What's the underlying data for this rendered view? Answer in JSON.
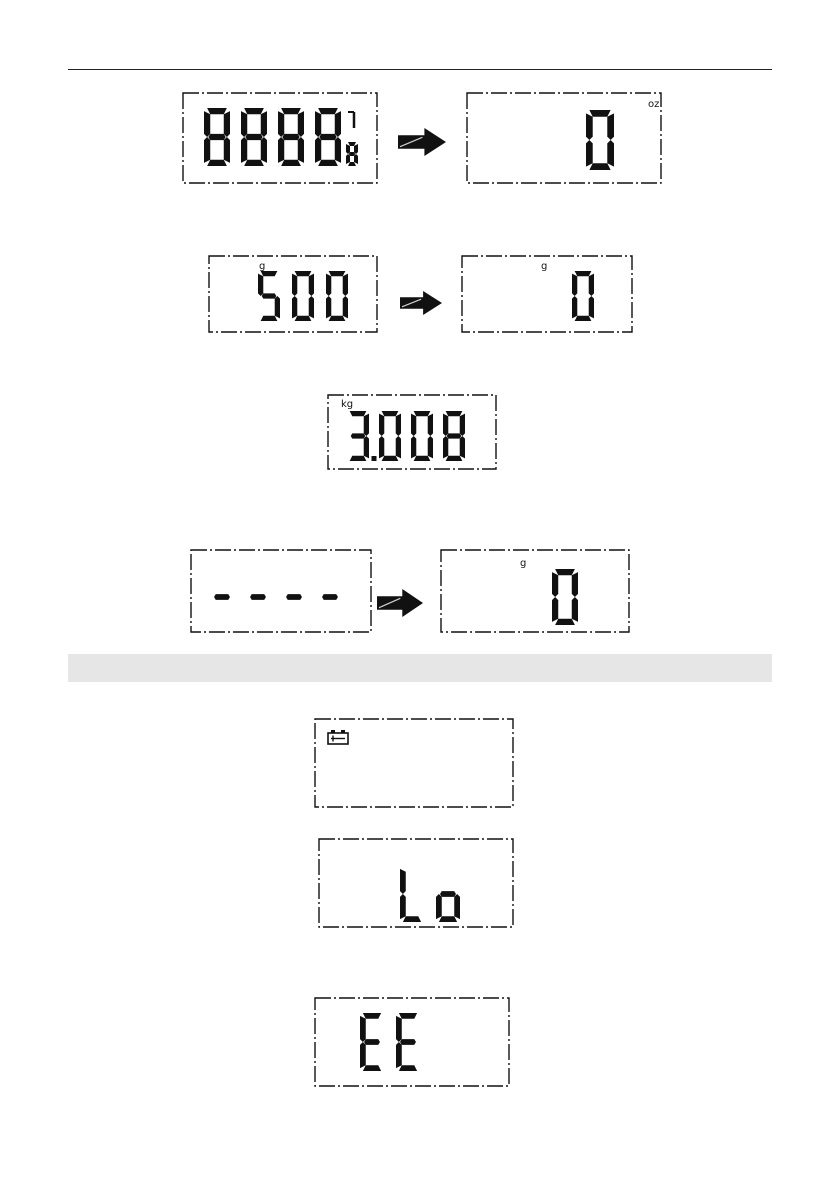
{
  "page": {
    "displays": [
      {
        "id": "d1",
        "text": "8888",
        "unit": "",
        "segment_icon": true
      },
      {
        "id": "d2",
        "text": "0",
        "unit": "oz"
      },
      {
        "id": "d3",
        "text": "500",
        "unit": "g"
      },
      {
        "id": "d4",
        "text": "0",
        "unit": "g"
      },
      {
        "id": "d5",
        "text": "3.008",
        "unit": "kg"
      },
      {
        "id": "d6",
        "text": "----",
        "unit": ""
      },
      {
        "id": "d7",
        "text": "0",
        "unit": "g"
      },
      {
        "id": "d8",
        "text": "",
        "unit": "",
        "icon": "battery-icon"
      },
      {
        "id": "d9",
        "text": "Lo",
        "unit": ""
      },
      {
        "id": "d10",
        "text": "EE",
        "unit": ""
      }
    ],
    "arrow_icon": "right-arrow-icon",
    "colors": {
      "ink": "#111111",
      "band": "#e6e6e6"
    }
  }
}
